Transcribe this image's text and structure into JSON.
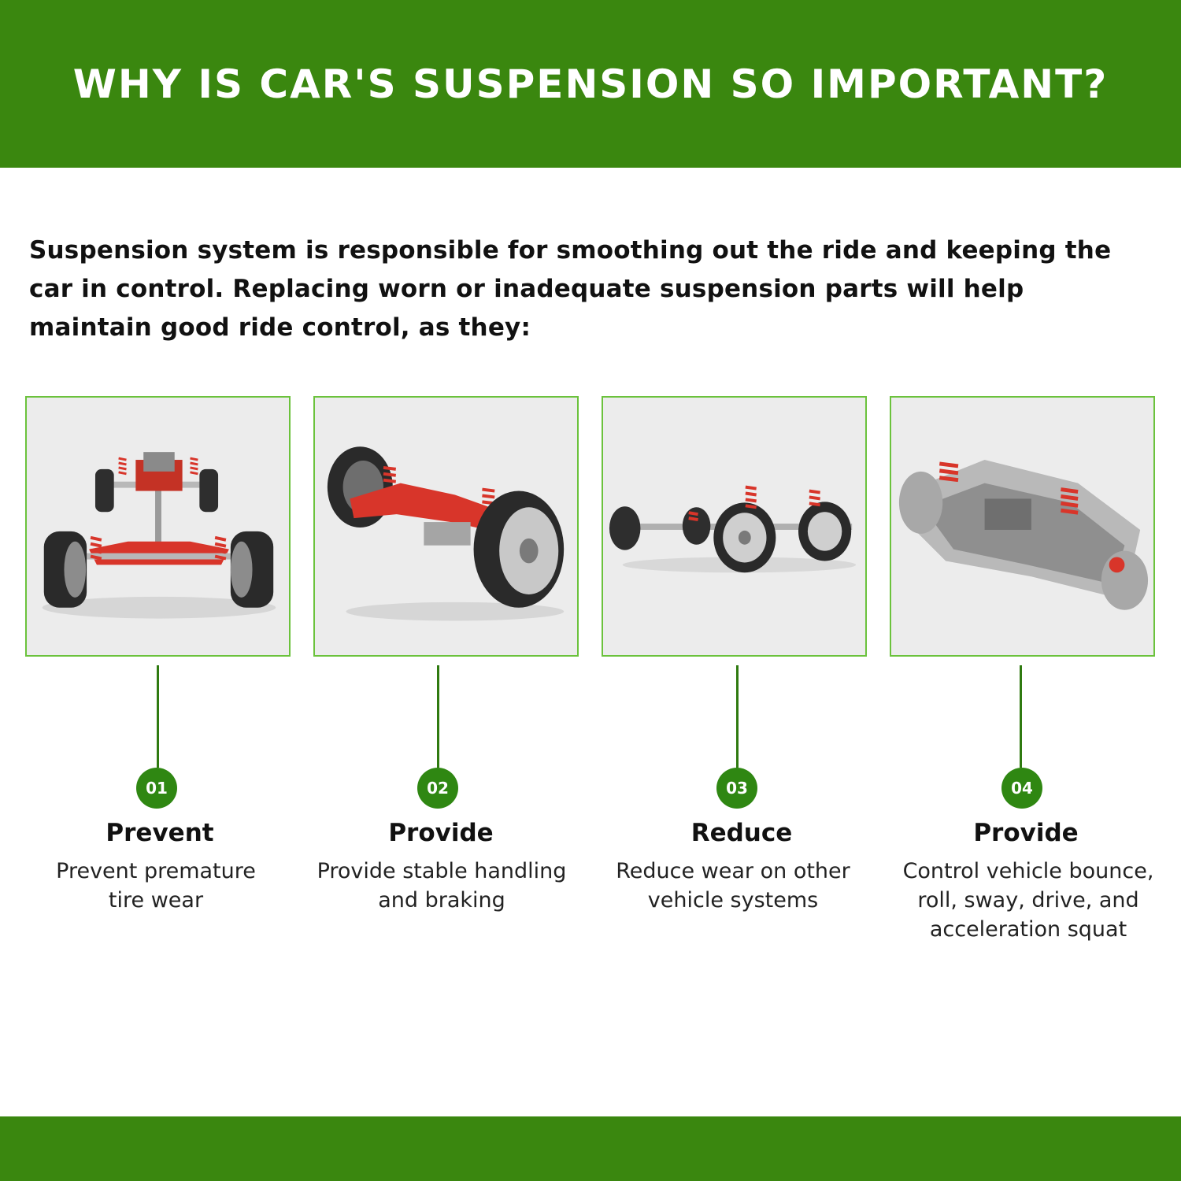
{
  "header": {
    "title": "WHY IS CAR'S SUSPENSION SO IMPORTANT?"
  },
  "intro": "Suspension system is responsible for smoothing out the ride and keeping the car in control. Replacing worn or inadequate suspension parts will help maintain good ride control, as they:",
  "colors": {
    "brand_green": "#3a870f",
    "card_border": "#6bc23c",
    "badge": "#2f8712",
    "suspension_red": "#d8352a"
  },
  "features": [
    {
      "number": "01",
      "title": "Prevent",
      "desc_line1": "Prevent premature",
      "desc_line2": "tire wear",
      "image": "full-chassis-suspension-image"
    },
    {
      "number": "02",
      "title": "Provide",
      "desc_line1": "Provide stable handling",
      "desc_line2": "and braking",
      "image": "rear-axle-suspension-image"
    },
    {
      "number": "03",
      "title": "Reduce",
      "desc_line1": "Reduce wear on other",
      "desc_line2": "vehicle systems",
      "image": "axle-side-view-image"
    },
    {
      "number": "04",
      "title": "Provide",
      "desc_line1": "Control vehicle bounce,",
      "desc_line2": "roll, sway, drive, and",
      "desc_line3": "acceleration squat",
      "image": "front-subframe-suspension-image"
    }
  ]
}
